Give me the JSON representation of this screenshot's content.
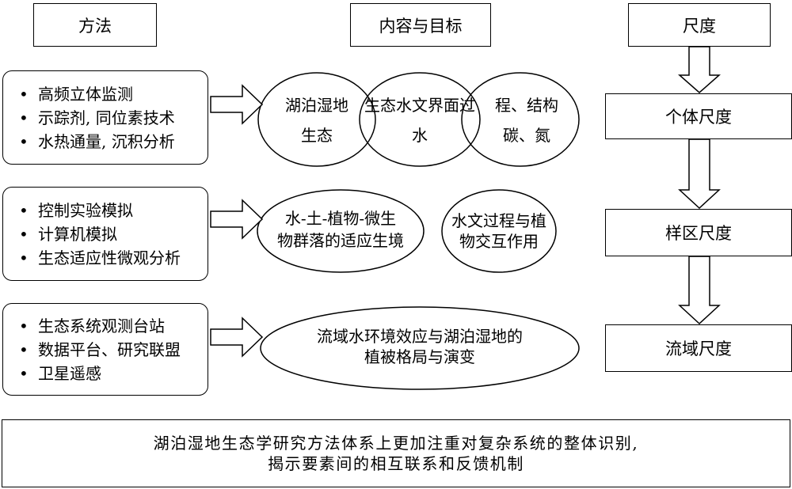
{
  "headers": {
    "methods": "方法",
    "content": "内容与目标",
    "scale": "尺度"
  },
  "rows": [
    {
      "methods": [
        "高频立体监测",
        "示踪剂, 同位素技术",
        "水热通量, 沉积分析"
      ],
      "ellipses": [
        {
          "lines": [
            "湖泊湿地",
            "生态"
          ]
        },
        {
          "lines": [
            "生态水文界面过",
            "水"
          ]
        },
        {
          "lines": [
            "程、结构",
            "碳、氮"
          ]
        }
      ]
    },
    {
      "methods": [
        "控制实验模拟",
        "计算机模拟",
        "生态适应性微观分析"
      ],
      "ellipses": [
        {
          "lines": [
            "水-土-植物-微生",
            "物群落的适应生境"
          ]
        },
        {
          "lines": [
            "水文过程与植",
            "物交互作用"
          ]
        }
      ]
    },
    {
      "methods": [
        "生态系统观测台站",
        "数据平台、研究联盟",
        "卫星遥感"
      ],
      "ellipses": [
        {
          "lines": [
            "流域水环境效应与湖泊湿地的",
            "植被格局与演变"
          ]
        }
      ]
    }
  ],
  "scales": [
    "个体尺度",
    "样区尺度",
    "流域尺度"
  ],
  "footer": {
    "line1": "湖泊湿地生态学研究方法体系上更加注重对复杂系统的整体识别,",
    "line2": "揭示要素间的相互联系和反馈机制"
  }
}
